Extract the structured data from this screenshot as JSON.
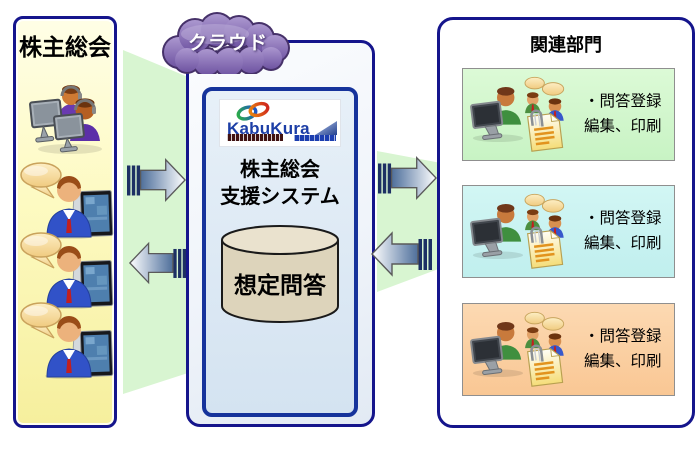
{
  "left_panel": {
    "title": "株主総会"
  },
  "cloud": {
    "label": "クラウド"
  },
  "center_panel": {
    "brand": "KabuKura",
    "system_name_line1": "株主総会",
    "system_name_line2": "支援システム",
    "database_label": "想定問答"
  },
  "right_panel": {
    "title": "関連部門",
    "departments": [
      {
        "bg": "linear-gradient(180deg,#dcfad6 0%,#c8f3c4 100%)",
        "line1": "・問答登録",
        "line2": "編集、印刷"
      },
      {
        "bg": "linear-gradient(180deg,#d2f6f4 0%,#c0efee 100%)",
        "line1": "・問答登録",
        "line2": "編集、印刷"
      },
      {
        "bg": "linear-gradient(180deg,#fcd9b2 0%,#f9c794 100%)",
        "line1": "・問答登録",
        "line2": "編集、印刷"
      }
    ]
  },
  "icons": {
    "operators": "call-operators-at-monitors-icon",
    "shareholder": "businessman-speech-bubble-tablet-icon",
    "department_user": "person-at-monitor-icon",
    "department_chat": "two-people-chat-icon",
    "department_doc": "document-paperclip-icon",
    "cloud": "cloud-shape-icon",
    "database": "database-cylinder-icon",
    "flow": "gradient-arrow-icon"
  },
  "colors": {
    "panel_border_navy": "#15158c",
    "beam_green": "#d8f5d1",
    "left_panel_yellow": "#fdf9b8",
    "inner_panel_blue": "#dbe8f4",
    "cylinder_beige": "#ddd4bb",
    "cloud_purple": "#8a6fb8",
    "brand_blue": "#1c3ea6",
    "arrow_steel": "#4f6f9a"
  }
}
